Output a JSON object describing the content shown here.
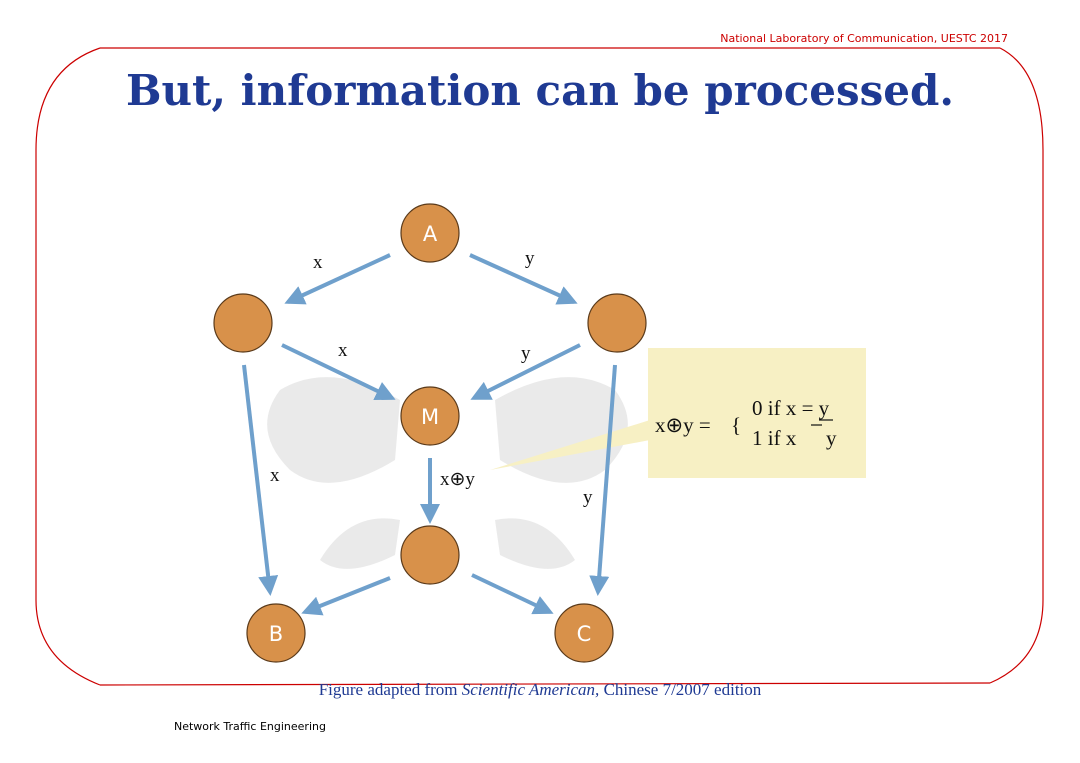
{
  "header": {
    "institution": "National Laboratory of Communication, UESTC  2017"
  },
  "slide": {
    "title": "But, information can be processed."
  },
  "diagram": {
    "nodes": [
      {
        "id": "A",
        "label": "A"
      },
      {
        "id": "L",
        "label": ""
      },
      {
        "id": "R",
        "label": ""
      },
      {
        "id": "M",
        "label": "M"
      },
      {
        "id": "N",
        "label": ""
      },
      {
        "id": "B",
        "label": "B"
      },
      {
        "id": "C",
        "label": "C"
      }
    ],
    "edges": [
      {
        "from": "A",
        "to": "L",
        "label": "x"
      },
      {
        "from": "A",
        "to": "R",
        "label": "y"
      },
      {
        "from": "L",
        "to": "M",
        "label": "x"
      },
      {
        "from": "R",
        "to": "M",
        "label": "y"
      },
      {
        "from": "L",
        "to": "B",
        "label": "x"
      },
      {
        "from": "R",
        "to": "C",
        "label": "y"
      },
      {
        "from": "M",
        "to": "N",
        "label": "x⊕y"
      },
      {
        "from": "N",
        "to": "B",
        "label": ""
      },
      {
        "from": "N",
        "to": "C",
        "label": ""
      }
    ],
    "callout": {
      "lhs": "x⊕y =",
      "case1": "0 if x = y",
      "case2_prefix": "1 if x ",
      "case2_suffix": "y"
    },
    "colors": {
      "node_fill": "#d8914a",
      "node_stroke": "#5a3a1a",
      "edge": "#6fa0cc",
      "callout_bg": "#f7f0c4",
      "title": "#1f3a93",
      "header": "#cc0000",
      "frame": "#cc0000"
    }
  },
  "caption": {
    "prefix": "Figure adapted from ",
    "italic": "Scientific American,",
    "suffix": " Chinese 7/2007 edition"
  },
  "footer": {
    "text": "Network Traffic Engineering"
  }
}
